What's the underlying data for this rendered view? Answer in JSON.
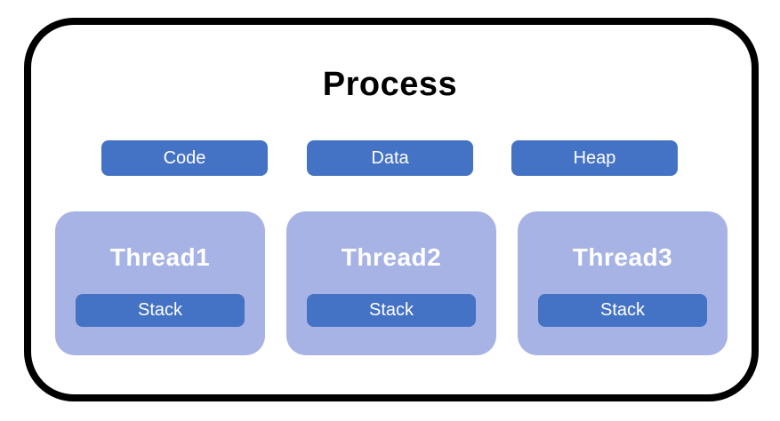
{
  "diagram": {
    "title": "Process",
    "memory_segments": [
      {
        "label": "Code"
      },
      {
        "label": "Data"
      },
      {
        "label": "Heap"
      }
    ],
    "threads": [
      {
        "label": "Thread1",
        "stack_label": "Stack"
      },
      {
        "label": "Thread2",
        "stack_label": "Stack"
      },
      {
        "label": "Thread3",
        "stack_label": "Stack"
      }
    ],
    "colors": {
      "segment_blue": "#4472C4",
      "thread_light_blue": "#A6B3E4",
      "border_black": "#000000",
      "title_black": "#000000",
      "text_white": "#FFFFFF"
    }
  }
}
